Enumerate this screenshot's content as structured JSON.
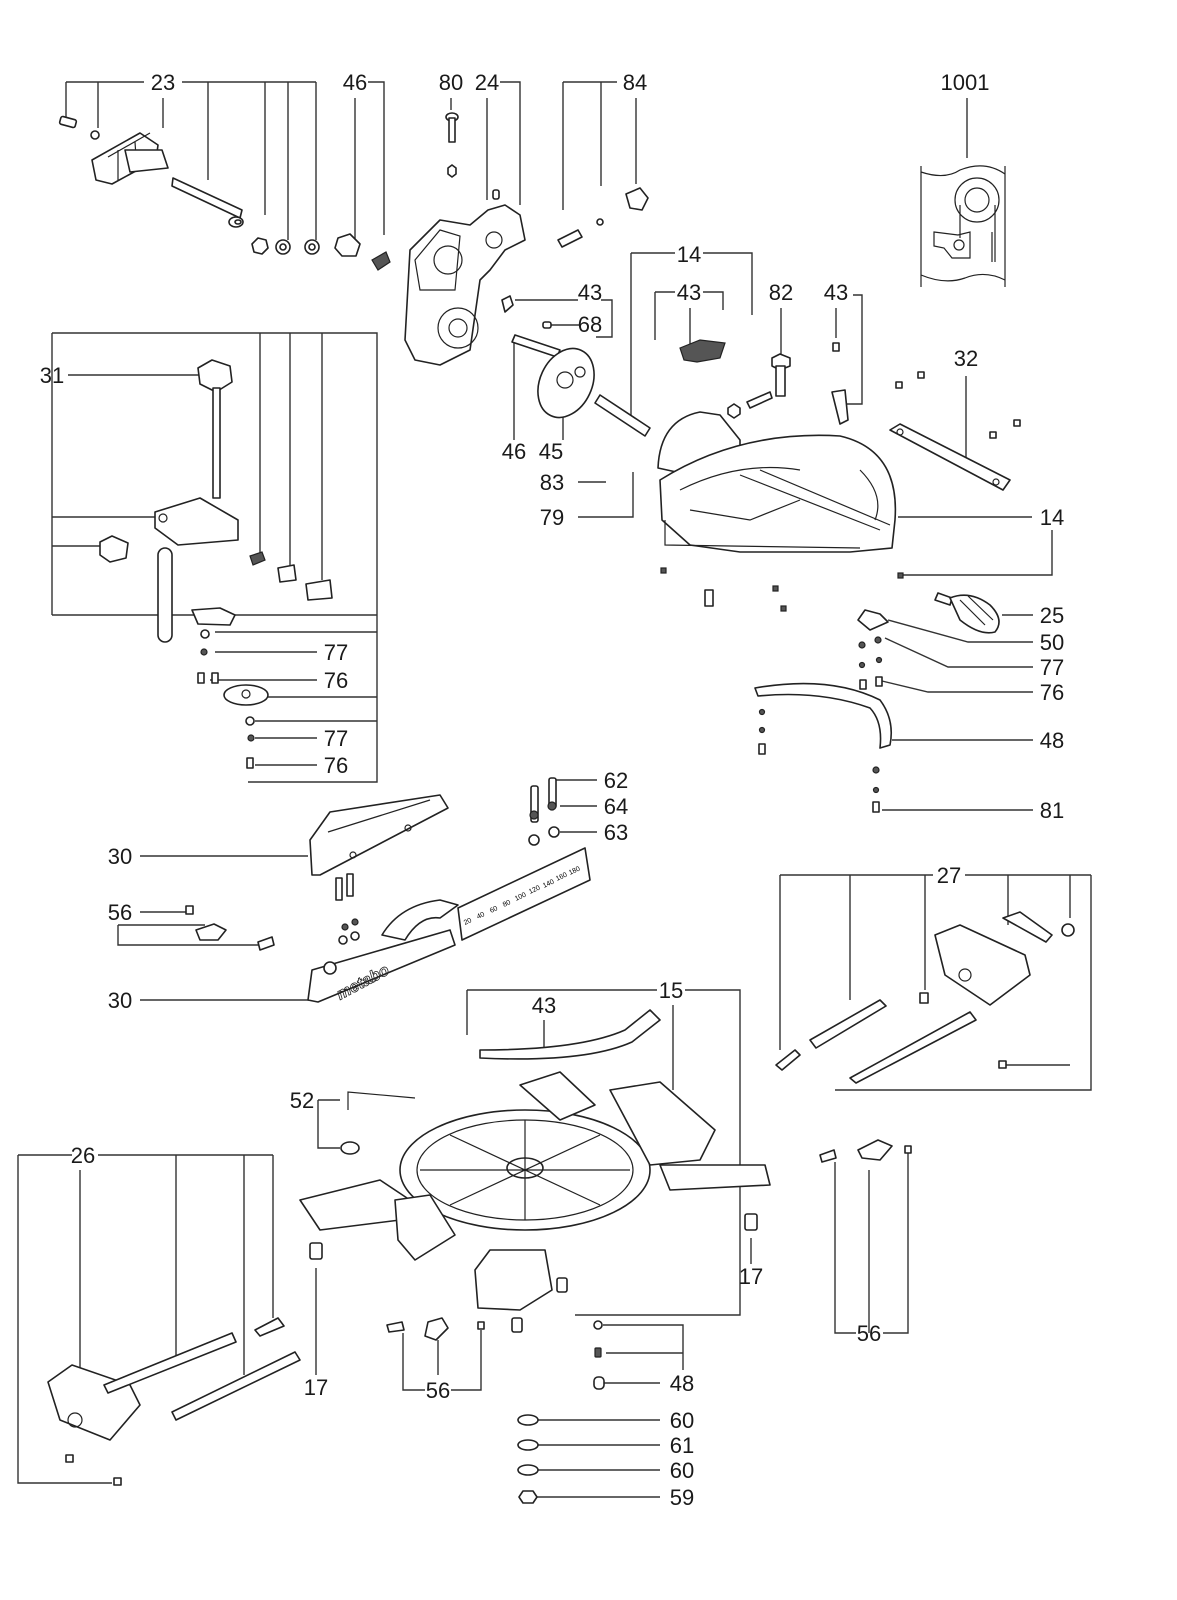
{
  "diagram": {
    "type": "exploded-parts-diagram",
    "brand_marking": "metabo",
    "scale_numbers": [
      "20",
      "40",
      "60",
      "80",
      "100",
      "120",
      "140",
      "160",
      "180"
    ],
    "callouts": [
      {
        "id": "c23",
        "label": "23"
      },
      {
        "id": "c46a",
        "label": "46"
      },
      {
        "id": "c80",
        "label": "80"
      },
      {
        "id": "c24",
        "label": "24"
      },
      {
        "id": "c84",
        "label": "84"
      },
      {
        "id": "c1001",
        "label": "1001"
      },
      {
        "id": "c43a",
        "label": "43"
      },
      {
        "id": "c68",
        "label": "68"
      },
      {
        "id": "c14a",
        "label": "14"
      },
      {
        "id": "c43b",
        "label": "43"
      },
      {
        "id": "c82",
        "label": "82"
      },
      {
        "id": "c43c",
        "label": "43"
      },
      {
        "id": "c31",
        "label": "31"
      },
      {
        "id": "c32",
        "label": "32"
      },
      {
        "id": "c46b",
        "label": "46"
      },
      {
        "id": "c45",
        "label": "45"
      },
      {
        "id": "c83",
        "label": "83"
      },
      {
        "id": "c79",
        "label": "79"
      },
      {
        "id": "c14b",
        "label": "14"
      },
      {
        "id": "c25",
        "label": "25"
      },
      {
        "id": "c50",
        "label": "50"
      },
      {
        "id": "c77a",
        "label": "77"
      },
      {
        "id": "c76a",
        "label": "76"
      },
      {
        "id": "c77b",
        "label": "77"
      },
      {
        "id": "c76b",
        "label": "76"
      },
      {
        "id": "c48a",
        "label": "48"
      },
      {
        "id": "c77c",
        "label": "77"
      },
      {
        "id": "c76c",
        "label": "76"
      },
      {
        "id": "c81",
        "label": "81"
      },
      {
        "id": "c62",
        "label": "62"
      },
      {
        "id": "c64",
        "label": "64"
      },
      {
        "id": "c63",
        "label": "63"
      },
      {
        "id": "c30a",
        "label": "30"
      },
      {
        "id": "c56a",
        "label": "56"
      },
      {
        "id": "c30b",
        "label": "30"
      },
      {
        "id": "c27",
        "label": "27"
      },
      {
        "id": "c15",
        "label": "15"
      },
      {
        "id": "c43d",
        "label": "43"
      },
      {
        "id": "c52",
        "label": "52"
      },
      {
        "id": "c26",
        "label": "26"
      },
      {
        "id": "c17a",
        "label": "17"
      },
      {
        "id": "c17b",
        "label": "17"
      },
      {
        "id": "c56b",
        "label": "56"
      },
      {
        "id": "c56c",
        "label": "56"
      },
      {
        "id": "c48b",
        "label": "48"
      },
      {
        "id": "c60a",
        "label": "60"
      },
      {
        "id": "c61",
        "label": "61"
      },
      {
        "id": "c60b",
        "label": "60"
      },
      {
        "id": "c59",
        "label": "59"
      }
    ]
  }
}
